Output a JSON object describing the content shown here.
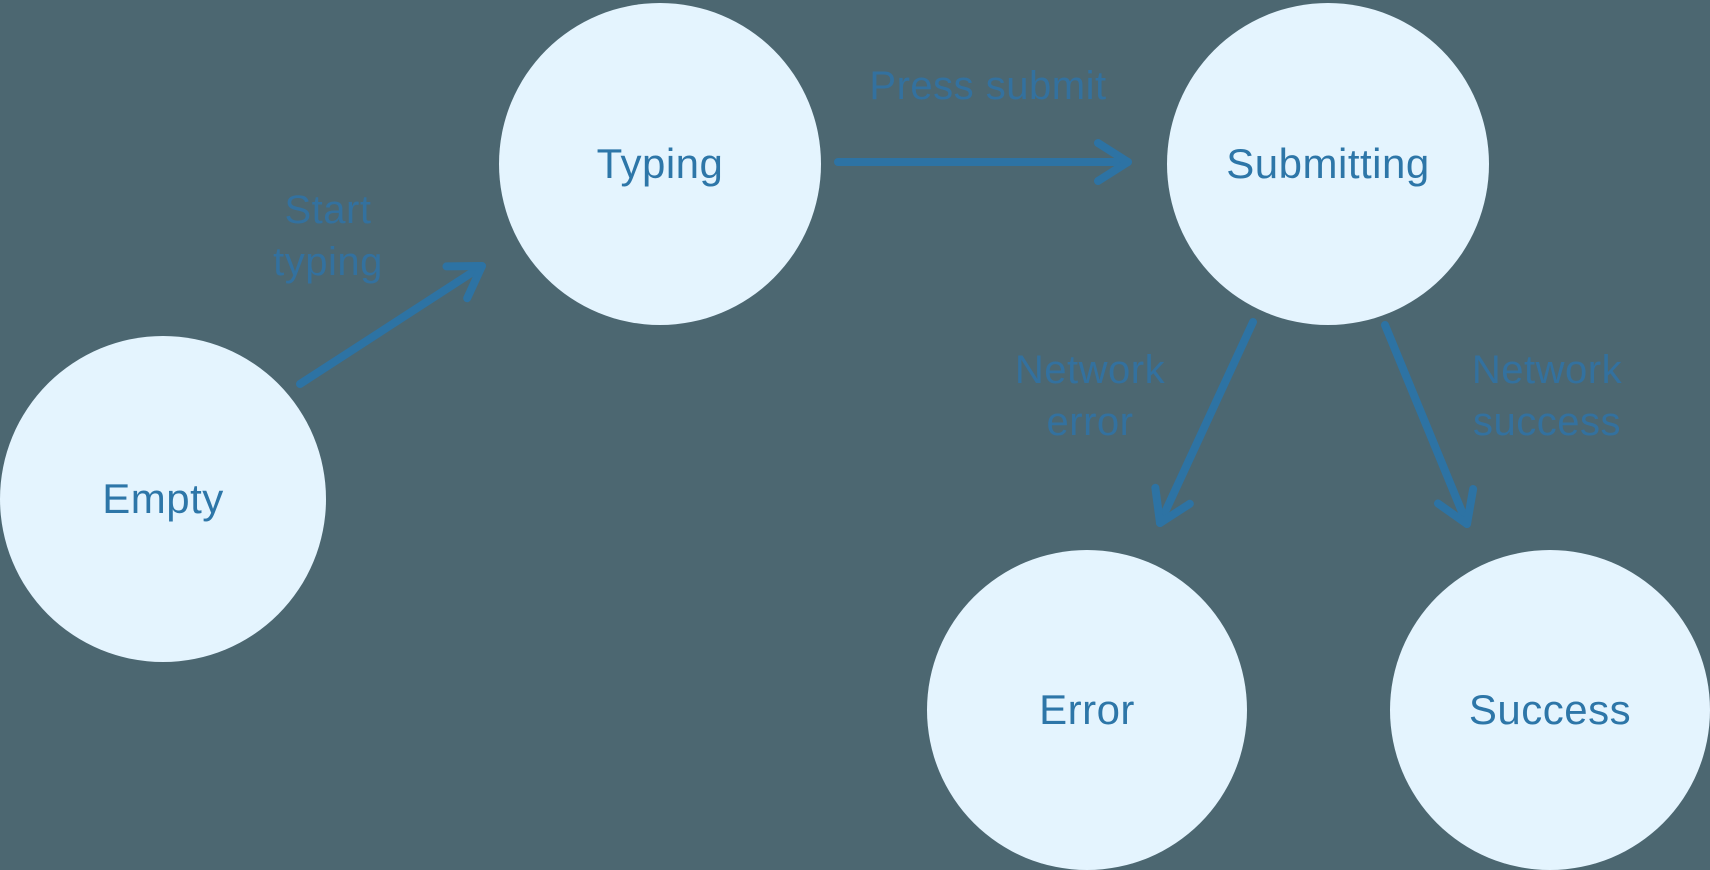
{
  "canvas": {
    "background_color": "#4c6771",
    "node_fill_color": "#e4f4fe",
    "node_text_color": "#2d76a8",
    "arrow_color": "#2d73a4",
    "edge_label_color": "#33719f"
  },
  "diagram": {
    "type": "state-machine",
    "nodes": [
      {
        "id": "empty",
        "label": "Empty"
      },
      {
        "id": "typing",
        "label": "Typing"
      },
      {
        "id": "submitting",
        "label": "Submitting"
      },
      {
        "id": "error",
        "label": "Error"
      },
      {
        "id": "success",
        "label": "Success"
      }
    ],
    "edges": [
      {
        "from": "empty",
        "to": "typing",
        "label": "Start typing"
      },
      {
        "from": "typing",
        "to": "submitting",
        "label": "Press submit"
      },
      {
        "from": "submitting",
        "to": "error",
        "label": "Network error"
      },
      {
        "from": "submitting",
        "to": "success",
        "label": "Network success"
      }
    ]
  }
}
